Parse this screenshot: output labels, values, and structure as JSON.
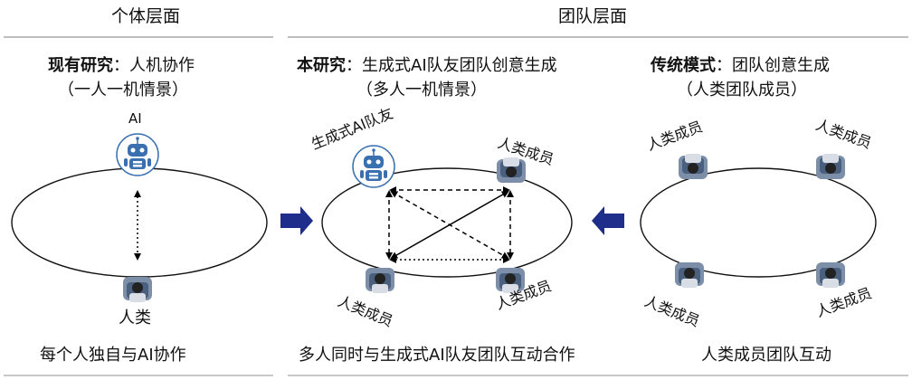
{
  "headers": {
    "individual": "个体层面",
    "team": "团队层面"
  },
  "panel_left": {
    "title_bold": "现有研究",
    "title_rest": "：人机协作",
    "subtitle": "（一人一机情景）",
    "ai_label": "AI",
    "human_label": "人类",
    "caption": "每个人独自与AI协作"
  },
  "panel_middle": {
    "title_bold": "本研究",
    "title_rest": "：生成式AI队友团队创意生成",
    "subtitle": "（多人一机情景）",
    "ai_label": "生成式AI队友",
    "member_label": "人类成员",
    "caption": "多人同时与生成式AI队友团队互动合作"
  },
  "panel_right": {
    "title_bold": "传统模式",
    "title_rest": "：团队创意生成",
    "subtitle": "（人类团队成员）",
    "member_label": "人类成员",
    "caption": "人类成员团队互动"
  },
  "colors": {
    "arrow": "#1f2e8a",
    "robot": "#3a6fb0",
    "rule": "#bdbdbd"
  },
  "icons": {
    "person": "person-topdown-icon",
    "robot": "robot-icon",
    "arrow": "arrow-right-icon"
  }
}
